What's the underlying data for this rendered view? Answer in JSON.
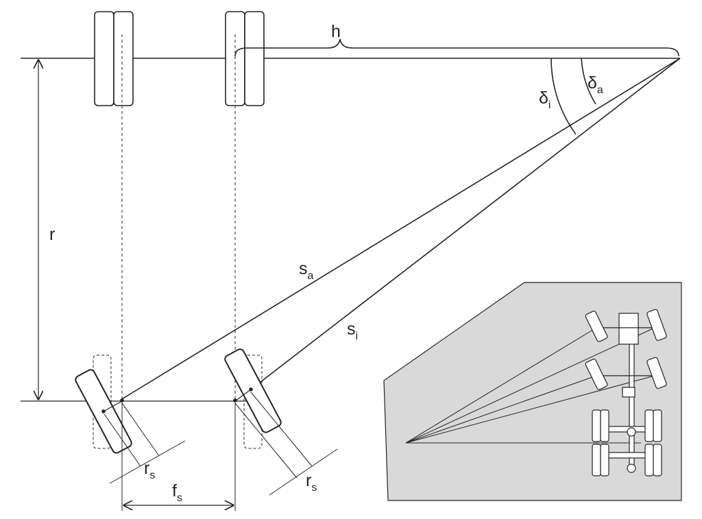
{
  "labels": {
    "h": "h",
    "r": "r",
    "delta_i": {
      "base": "δ",
      "sub": "i"
    },
    "delta_a": {
      "base": "δ",
      "sub": "a"
    },
    "s_a": {
      "base": "s",
      "sub": "a"
    },
    "s_i": {
      "base": "s",
      "sub": "i"
    },
    "r_s_left": {
      "base": "r",
      "sub": "s"
    },
    "r_s_right": {
      "base": "r",
      "sub": "s"
    },
    "f_s": {
      "base": "f",
      "sub": "s"
    }
  },
  "colors": {
    "line": "#222222",
    "inset_fill": "#d9d9d9",
    "tire_fill": "#ffffff"
  }
}
